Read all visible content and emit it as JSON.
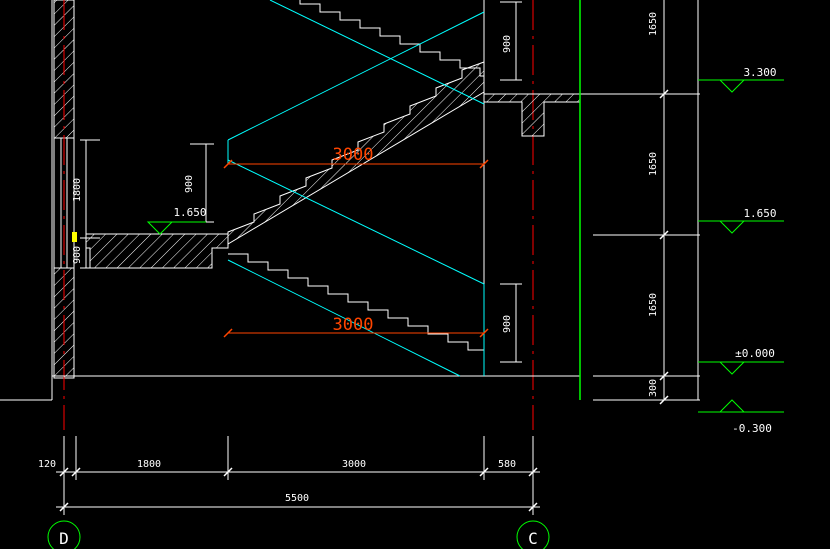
{
  "colors": {
    "background": "#000000",
    "wall": "#ffffff",
    "dimension": "#ffffff",
    "stair_stroke": "#ffffff",
    "section_cut_lines": "#00ffff",
    "axis_red": "#ff0000",
    "run_dimension": "#ff4500",
    "level_marker": "#00ff00",
    "yellow": "#ffff00"
  },
  "labels": {
    "run_upper": "3000",
    "run_lower": "3000",
    "rise_upper_right": "900",
    "rise_left": "900",
    "rise_lower_right": "900",
    "landing_level": "1.650",
    "wall_dim_top": "1800",
    "wall_dim_bottom": "900",
    "bottom_dim_1": "120",
    "bottom_dim_2": "1800",
    "bottom_dim_3": "3000",
    "bottom_dim_4": "580",
    "bottom_total": "5500",
    "axis_left": "D",
    "axis_right": "C"
  },
  "elevation_scale": {
    "segment_1": "1650",
    "segment_2": "1650",
    "segment_3": "1650",
    "segment_4": "300",
    "level_top": "3.300",
    "level_mid": "1.650",
    "level_ground": "±0.000",
    "level_below": "-0.300"
  }
}
